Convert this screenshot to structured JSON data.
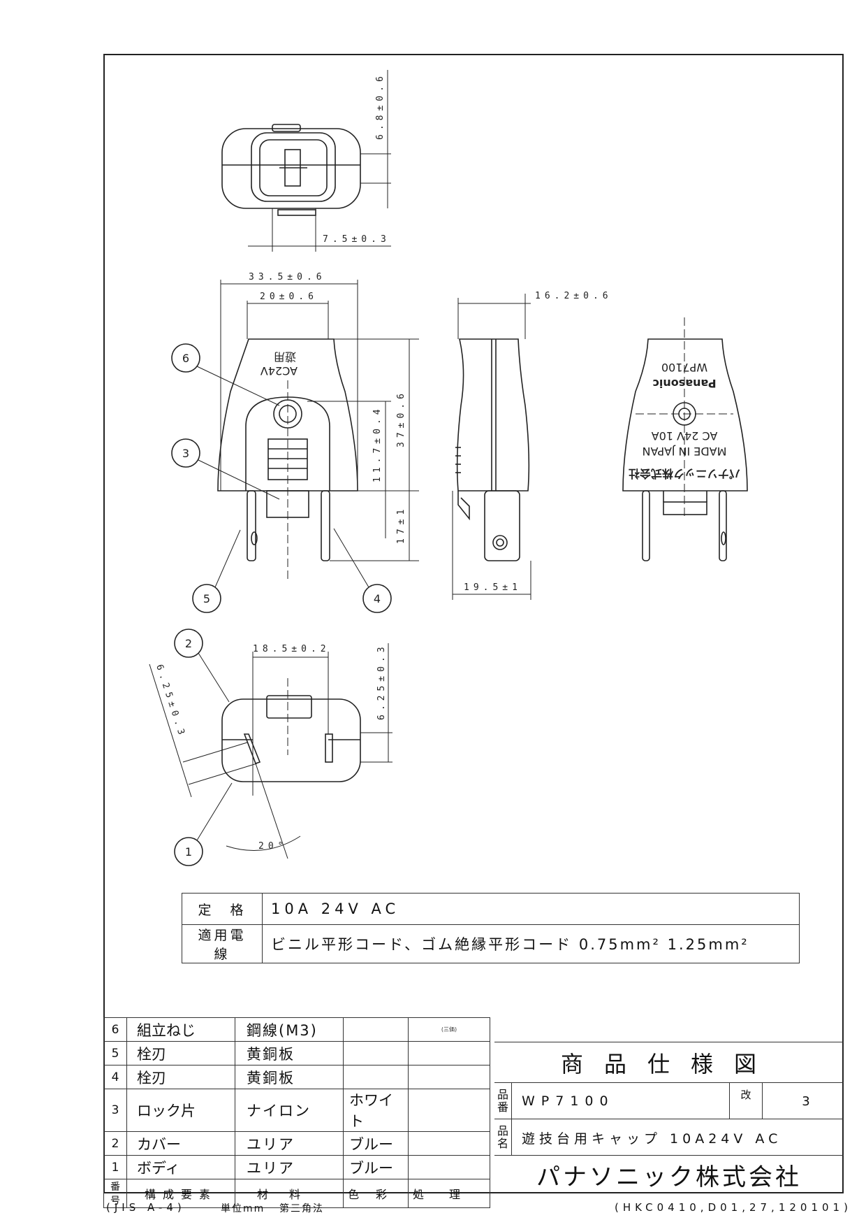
{
  "drawing": {
    "dims": {
      "d_6_8": "6.8±0.6",
      "d_7_5": "7.5±0.3",
      "d_33_5": "33.5±0.6",
      "d_20": "20±0.6",
      "d_16_2": "16.2±0.6",
      "d_11_7": "11.7±0.4",
      "d_37": "37±0.6",
      "d_17": "17±1",
      "d_19_5": "19.5±1",
      "d_18_5": "18.5±0.2",
      "d_6_25_v": "6.25±0.3",
      "d_6_25_d": "6.25±0.3",
      "angle": "20°"
    },
    "markings": {
      "front_rating": "AC24V",
      "front_use": "遊用",
      "back_brand": "Panasonic",
      "back_model": "WP7100",
      "back_rating": "AC 24V 10A",
      "back_origin": "MADE IN JAPAN",
      "back_maker": "パナソニック株式会社"
    },
    "callouts": [
      "6",
      "3",
      "5",
      "4",
      "2",
      "1"
    ]
  },
  "spec": {
    "rating_label": "定　格",
    "rating_value": "10A 24V AC",
    "wire_label": "適用電線",
    "wire_value": "ビニル平形コード、ゴム絶縁平形コード 0.75mm² 1.25mm²"
  },
  "parts": {
    "rows": [
      {
        "no": "6",
        "name": "組立ねじ",
        "material": "鋼線(M3)",
        "color": "",
        "process": ""
      },
      {
        "no": "5",
        "name": "栓刃",
        "material": "黄銅板",
        "color": "",
        "process": ""
      },
      {
        "no": "4",
        "name": "栓刃",
        "material": "黄銅板",
        "color": "",
        "process": ""
      },
      {
        "no": "3",
        "name": "ロック片",
        "material": "ナイロン",
        "color": "ホワイト",
        "process": ""
      },
      {
        "no": "2",
        "name": "カバー",
        "material": "ユリア",
        "color": "ブルー",
        "process": ""
      },
      {
        "no": "1",
        "name": "ボディ",
        "material": "ユリア",
        "color": "ブルー",
        "process": ""
      }
    ],
    "header": {
      "no": "番号",
      "name": "構成要素",
      "material": "材料",
      "color": "色彩",
      "process": "処理"
    },
    "stamp": "(三価)"
  },
  "title_block": {
    "title": "商品仕様図",
    "part_no_label": "品番",
    "part_no": "WP7100",
    "rev_label": "改",
    "rev": "3",
    "name_label": "品名",
    "name": "遊技台用キャップ 10A24V AC",
    "company": "パナソニック株式会社"
  },
  "footer": {
    "standard": "(JIS A-4)",
    "unit": "単位mm",
    "projection": "第三角法",
    "doc_code": "(HKC0410,D01,27,120101)"
  }
}
